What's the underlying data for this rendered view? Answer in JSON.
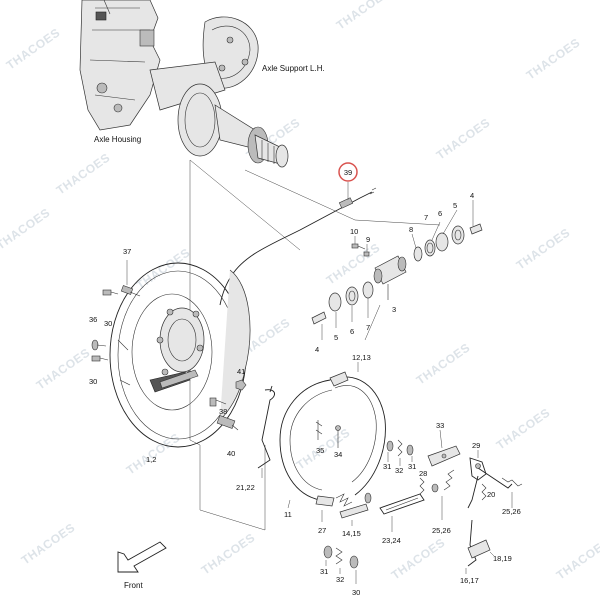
{
  "titles": {
    "axle_support": "Axle Support L.H.",
    "axle_housing": "Axle Housing",
    "front": "Front"
  },
  "watermark": "THACOES",
  "labels": {
    "p39": "39",
    "p37": "37",
    "p36": "36",
    "p30a": "30",
    "p30b": "30",
    "p30c": "30",
    "p41": "41",
    "p38": "38",
    "p40": "40",
    "p12": "1,2",
    "p2122": "21,22",
    "p10": "10",
    "p9": "9",
    "p8": "8",
    "p7": "7",
    "p6a": "6",
    "p5a": "5",
    "p4a": "4",
    "p3": "3",
    "p4b": "4",
    "p5b": "5",
    "p6b": "6",
    "p7b": "7",
    "p1213": "12,13",
    "p35": "35",
    "p34": "34",
    "p11": "11",
    "p31a": "31",
    "p32a": "32",
    "p33": "33",
    "p27": "27",
    "p1415": "14,15",
    "p28": "28",
    "p2324": "23,24",
    "p29": "29",
    "p20": "20",
    "p2526a": "25,26",
    "p2526b": "25,26",
    "p1819": "18,19",
    "p1617": "16,17",
    "p31b": "31",
    "p32b": "32",
    "p31c": "31"
  },
  "highlight_color": "#d9534f"
}
